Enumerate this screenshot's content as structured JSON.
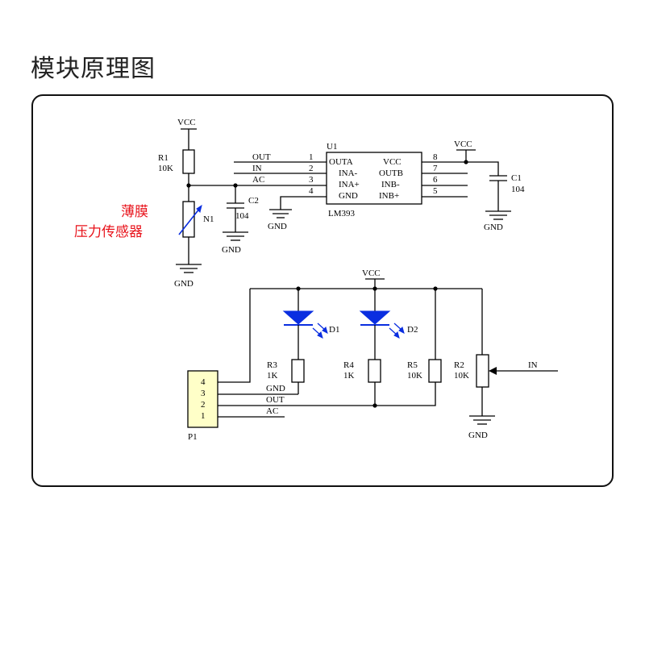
{
  "title": "模块原理图",
  "labels": {
    "vcc": "VCC",
    "gnd": "GND",
    "r1": "R1",
    "r1_val": "10K",
    "n1": "N1",
    "sensor_line1": "薄膜",
    "sensor_line2": "压力传感器",
    "c2": "C2",
    "c2_val": "104",
    "c1": "C1",
    "c1_val": "104",
    "u1": "U1",
    "u1_part": "LM393",
    "net_out": "OUT",
    "net_in": "IN",
    "net_ac": "AC",
    "pin1": "1",
    "pin2": "2",
    "pin3": "3",
    "pin4": "4",
    "pin5": "5",
    "pin6": "6",
    "pin7": "7",
    "pin8": "8",
    "outa": "OUTA",
    "ina_minus": "INA-",
    "ina_plus": "INA+",
    "gnd_pin": "GND",
    "vcc_pin": "VCC",
    "outb": "OUTB",
    "inb_minus": "INB-",
    "inb_plus": "INB+",
    "d1": "D1",
    "d2": "D2",
    "r3": "R3",
    "r3_val": "1K",
    "r4": "R4",
    "r4_val": "1K",
    "r5": "R5",
    "r5_val": "10K",
    "r2": "R2",
    "r2_val": "10K",
    "p1": "P1",
    "p1_pin4": "4",
    "p1_pin3": "3",
    "p1_pin2": "2",
    "p1_pin1": "1"
  },
  "colors": {
    "sensor_label": "#e8121a",
    "led": "#0a2ee0",
    "connector_fill": "#ffffc8"
  }
}
